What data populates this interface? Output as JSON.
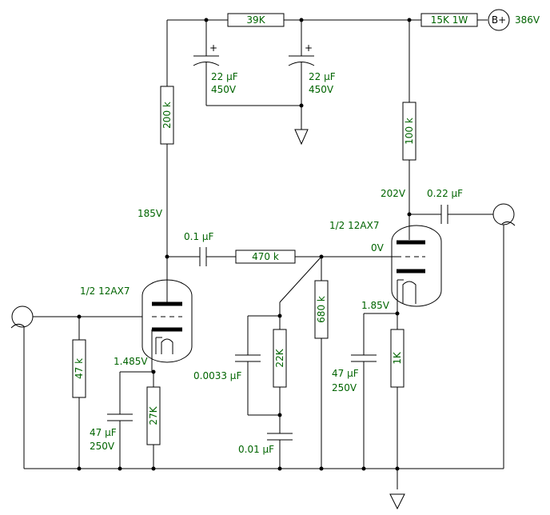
{
  "supply": {
    "r_series": "39K",
    "r_bplus": "15K 1W",
    "bplus_symbol": "B+",
    "bplus_voltage": "386V",
    "cap1_value": "22 µF",
    "cap1_rating": "450V",
    "cap2_value": "22 µF",
    "cap2_rating": "450V",
    "plus_sign": "+"
  },
  "stage1": {
    "plate_resistor": "200 k",
    "plate_voltage": "185V",
    "tube_label": "1/2 12AX7",
    "grid_resistor": "47 k",
    "cathode_voltage": "1.485V",
    "cathode_cap_value": "47 µF",
    "cathode_cap_rating": "250V",
    "cathode_resistor": "27K"
  },
  "tone": {
    "coupling_cap": "0.1 µF",
    "series_resistor": "470 k",
    "cap_a": "0.0033 µF",
    "resistor": "22K",
    "cap_b": "0.01 µF",
    "grid_resistor": "680 k"
  },
  "stage2": {
    "plate_resistor": "100 k",
    "plate_voltage": "202V",
    "output_cap": "0.22 µF",
    "tube_label": "1/2 12AX7",
    "grid_voltage": "0V",
    "cathode_voltage": "1.85V",
    "cathode_cap_value": "47 µF",
    "cathode_cap_rating": "250V",
    "cathode_resistor": "1K"
  }
}
